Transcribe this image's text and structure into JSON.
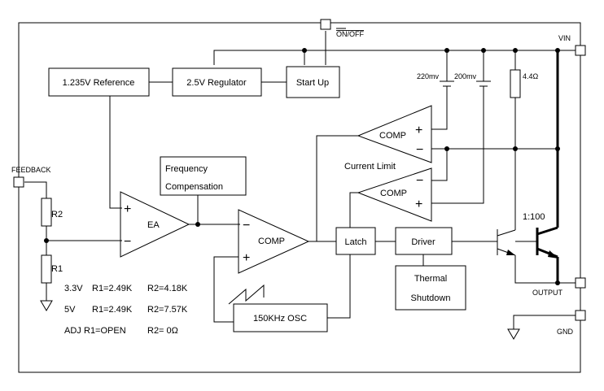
{
  "pins": {
    "on_off": "ON/OFF",
    "vin": "VIN",
    "feedback": "FEEDBACK",
    "output": "OUTPUT",
    "gnd": "GND"
  },
  "blocks": {
    "reference": "1.235V Reference",
    "regulator": "2.5V Regulator",
    "startup": "Start Up",
    "freq_comp_line1": "Frequency",
    "freq_comp_line2": "Compensation",
    "latch": "Latch",
    "driver": "Driver",
    "thermal_line1": "Thermal",
    "thermal_line2": "Shutdown",
    "osc": "150KHz OSC"
  },
  "amplifiers": {
    "ea": "EA",
    "comp_main": "COMP",
    "comp_cl1": "COMP",
    "comp_cl2": "COMP",
    "plus": "+",
    "minus": "−"
  },
  "labels": {
    "v220": "220mv",
    "v200": "200mv",
    "r_sense": "4.4Ω",
    "current_limit": "Current Limit",
    "ratio": "1:100",
    "r2": "R2",
    "r1": "R1"
  },
  "resistor_table": [
    {
      "v": "3.3V",
      "r1": "R1=2.49K",
      "r2": "R2=4.18K"
    },
    {
      "v": "5V",
      "r1": "R1=2.49K",
      "r2": "R2=7.57K"
    },
    {
      "v": "ADJ",
      "r1": "R1=OPEN",
      "r2": "R2= 0Ω"
    }
  ]
}
